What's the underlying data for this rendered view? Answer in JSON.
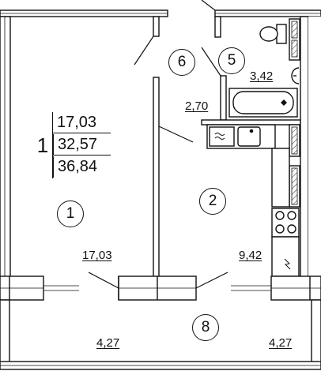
{
  "apartment": {
    "rooms": "1",
    "living_area": "17,03",
    "total_area_no_balcony": "32,57",
    "total_area": "36,84"
  },
  "room_numbers": {
    "room_1": "1",
    "room_2": "2",
    "room_5": "5",
    "room_6": "6",
    "room_8": "8"
  },
  "room_areas": {
    "room_1": "17,03",
    "room_2": "9,42",
    "bathroom": "3,42",
    "corridor": "2,70",
    "balcony_left": "4,27",
    "balcony_right": "4,27"
  },
  "symbols": {
    "stove": "gas-stove-icon",
    "sink": "kitchen-sink-icon",
    "toilet": "toilet-icon",
    "bathtub": "bathtub-icon",
    "washbasin": "washbasin-icon",
    "heater": "water-heater-icon"
  }
}
